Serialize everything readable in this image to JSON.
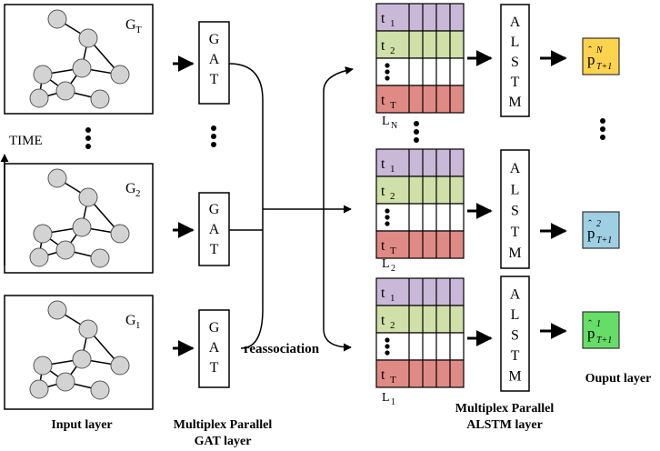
{
  "graphs": [
    {
      "label_main": "G",
      "label_sub": "T"
    },
    {
      "label_main": "G",
      "label_sub": "2"
    },
    {
      "label_main": "G",
      "label_sub": "1"
    }
  ],
  "time_label": "TIME",
  "gat_letters": [
    "G",
    "A",
    "T"
  ],
  "alstm_letters": [
    "A",
    "L",
    "S",
    "T",
    "M"
  ],
  "table_rows": [
    {
      "main": "t",
      "sub": "1",
      "color": "#c9b8d8"
    },
    {
      "main": "t",
      "sub": "2",
      "color": "#cfe0a8"
    },
    {
      "main": "",
      "sub": "",
      "color": "#ffffff"
    },
    {
      "main": "t",
      "sub": "T",
      "color": "#e08a85"
    }
  ],
  "tables": [
    {
      "label_main": "L",
      "label_sub": "N"
    },
    {
      "label_main": "L",
      "label_sub": "2"
    },
    {
      "label_main": "L",
      "label_sub": "1"
    }
  ],
  "outputs": [
    {
      "sup": "N",
      "color": "#ffd34d"
    },
    {
      "sup": "2",
      "color": "#9ecfe3"
    },
    {
      "sup": "1",
      "color": "#66dd66"
    }
  ],
  "output_symbol": "p",
  "output_sub": "T+1",
  "reassociation_label": "reassociation",
  "captions": {
    "input_layer": "Input layer",
    "gat_layer_line1": "Multiplex Parallel",
    "gat_layer_line2": "GAT layer",
    "alstm_layer_line1": "Multiplex Parallel",
    "alstm_layer_line2": "ALSTM layer",
    "output_layer": "Ouput layer"
  },
  "colors": {
    "node_fill": "#d3d3d3",
    "stroke": "#000000"
  }
}
